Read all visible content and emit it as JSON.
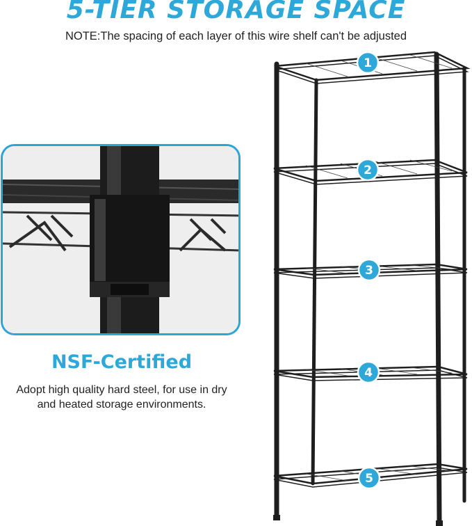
{
  "header": {
    "title": "5-TIER STORAGE SPACE",
    "note": "NOTE:The spacing of each layer of this wire shelf can't be adjusted"
  },
  "feature": {
    "title": "NSF-Certified",
    "description": "Adopt high quality hard steel, for use in dry and heated storage environments."
  },
  "tiers": [
    {
      "label": "1"
    },
    {
      "label": "2"
    },
    {
      "label": "3"
    },
    {
      "label": "4"
    },
    {
      "label": "5"
    }
  ],
  "colors": {
    "accent": "#2da8d8",
    "frame": "#2aa5d6",
    "steel": "#1e1e1e"
  }
}
